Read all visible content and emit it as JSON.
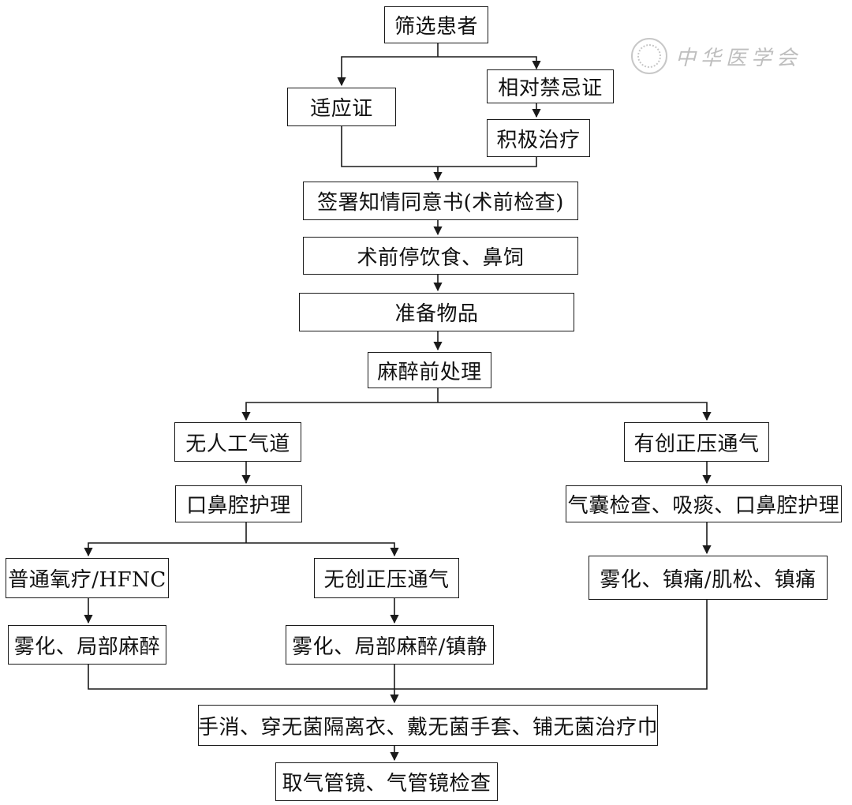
{
  "watermark": {
    "text": "中华医学会"
  },
  "nodes": {
    "screen": "筛选患者",
    "indication": "适应证",
    "relative_contra": "相对禁忌证",
    "active_treatment": "积极治疗",
    "consent": "签署知情同意书(术前检查)",
    "fasting": "术前停饮食、鼻饲",
    "prepare": "准备物品",
    "pre_anesthesia": "麻醉前处理",
    "no_airway": "无人工气道",
    "invasive_ppv": "有创正压通气",
    "oral_care": "口鼻腔护理",
    "cuff_check": "气囊检查、吸痰、口鼻腔护理",
    "normal_o2": "普通氧疗/HFNC",
    "niv": "无创正压通气",
    "neb_analgesia": "雾化、镇痛/肌松、镇痛",
    "neb_local": "雾化、局部麻醉",
    "neb_local_sed": "雾化、局部麻醉/镇静",
    "sterile_prep": "手消、穿无菌隔离衣、戴无菌手套、铺无菌治疗巾",
    "bronchoscopy": "取气管镜、气管镜检查"
  }
}
